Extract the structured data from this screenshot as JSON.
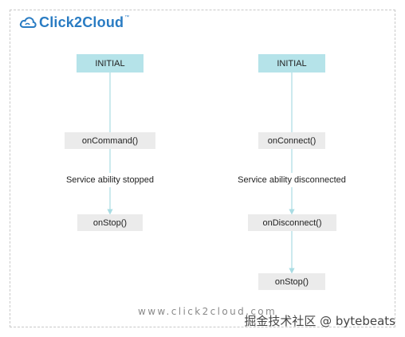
{
  "brand": {
    "logo_text": "Click2Cloud",
    "trademark": "™"
  },
  "left_flow": {
    "initial": "INITIAL",
    "step1": "onCommand()",
    "transition": "Service ability stopped",
    "step2": "onStop()"
  },
  "right_flow": {
    "initial": "INITIAL",
    "step1": "onConnect()",
    "transition": "Service ability disconnected",
    "step2": "onDisconnect()",
    "step3": "onStop()"
  },
  "footer": {
    "url": "www.click2cloud.com",
    "watermark": "掘金技术社区 @ bytebeats"
  },
  "colors": {
    "initial_fill": "#b5e3e9",
    "method_fill": "#ebebeb",
    "edge": "#a9dce3",
    "brand": "#2a7cc3"
  }
}
